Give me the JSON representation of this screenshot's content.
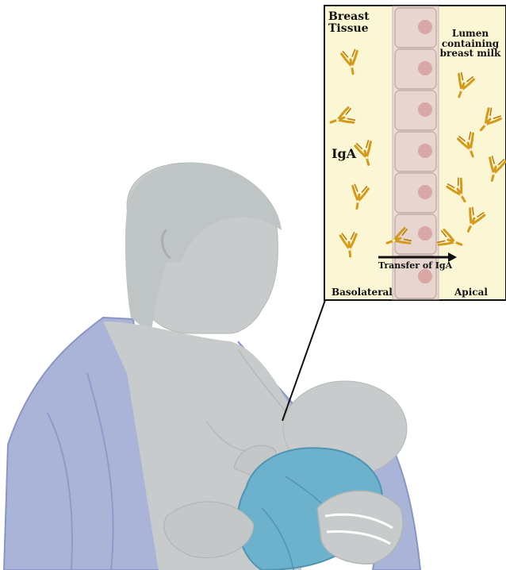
{
  "labels": {
    "tissue": "Breast\nTissue",
    "lumen": "Lumen\ncontaining\nbreast milk",
    "iga": "IgA",
    "transfer": "Transfer of IgA",
    "basolateral": "Basolateral",
    "apical": "Apical"
  },
  "colors": {
    "inset_bg": "#fbf6d3",
    "cell_fill": "#ecdcd6",
    "nucleus": "#d9a8a6",
    "antibody": "#d59a1a",
    "mother_skin": "#c7cbcb",
    "robe": "#aab4d8",
    "baby_blanket": "#6cb2cd"
  },
  "icons": [
    "antibody-icon",
    "epithelial-cell-icon",
    "arrow-icon"
  ]
}
